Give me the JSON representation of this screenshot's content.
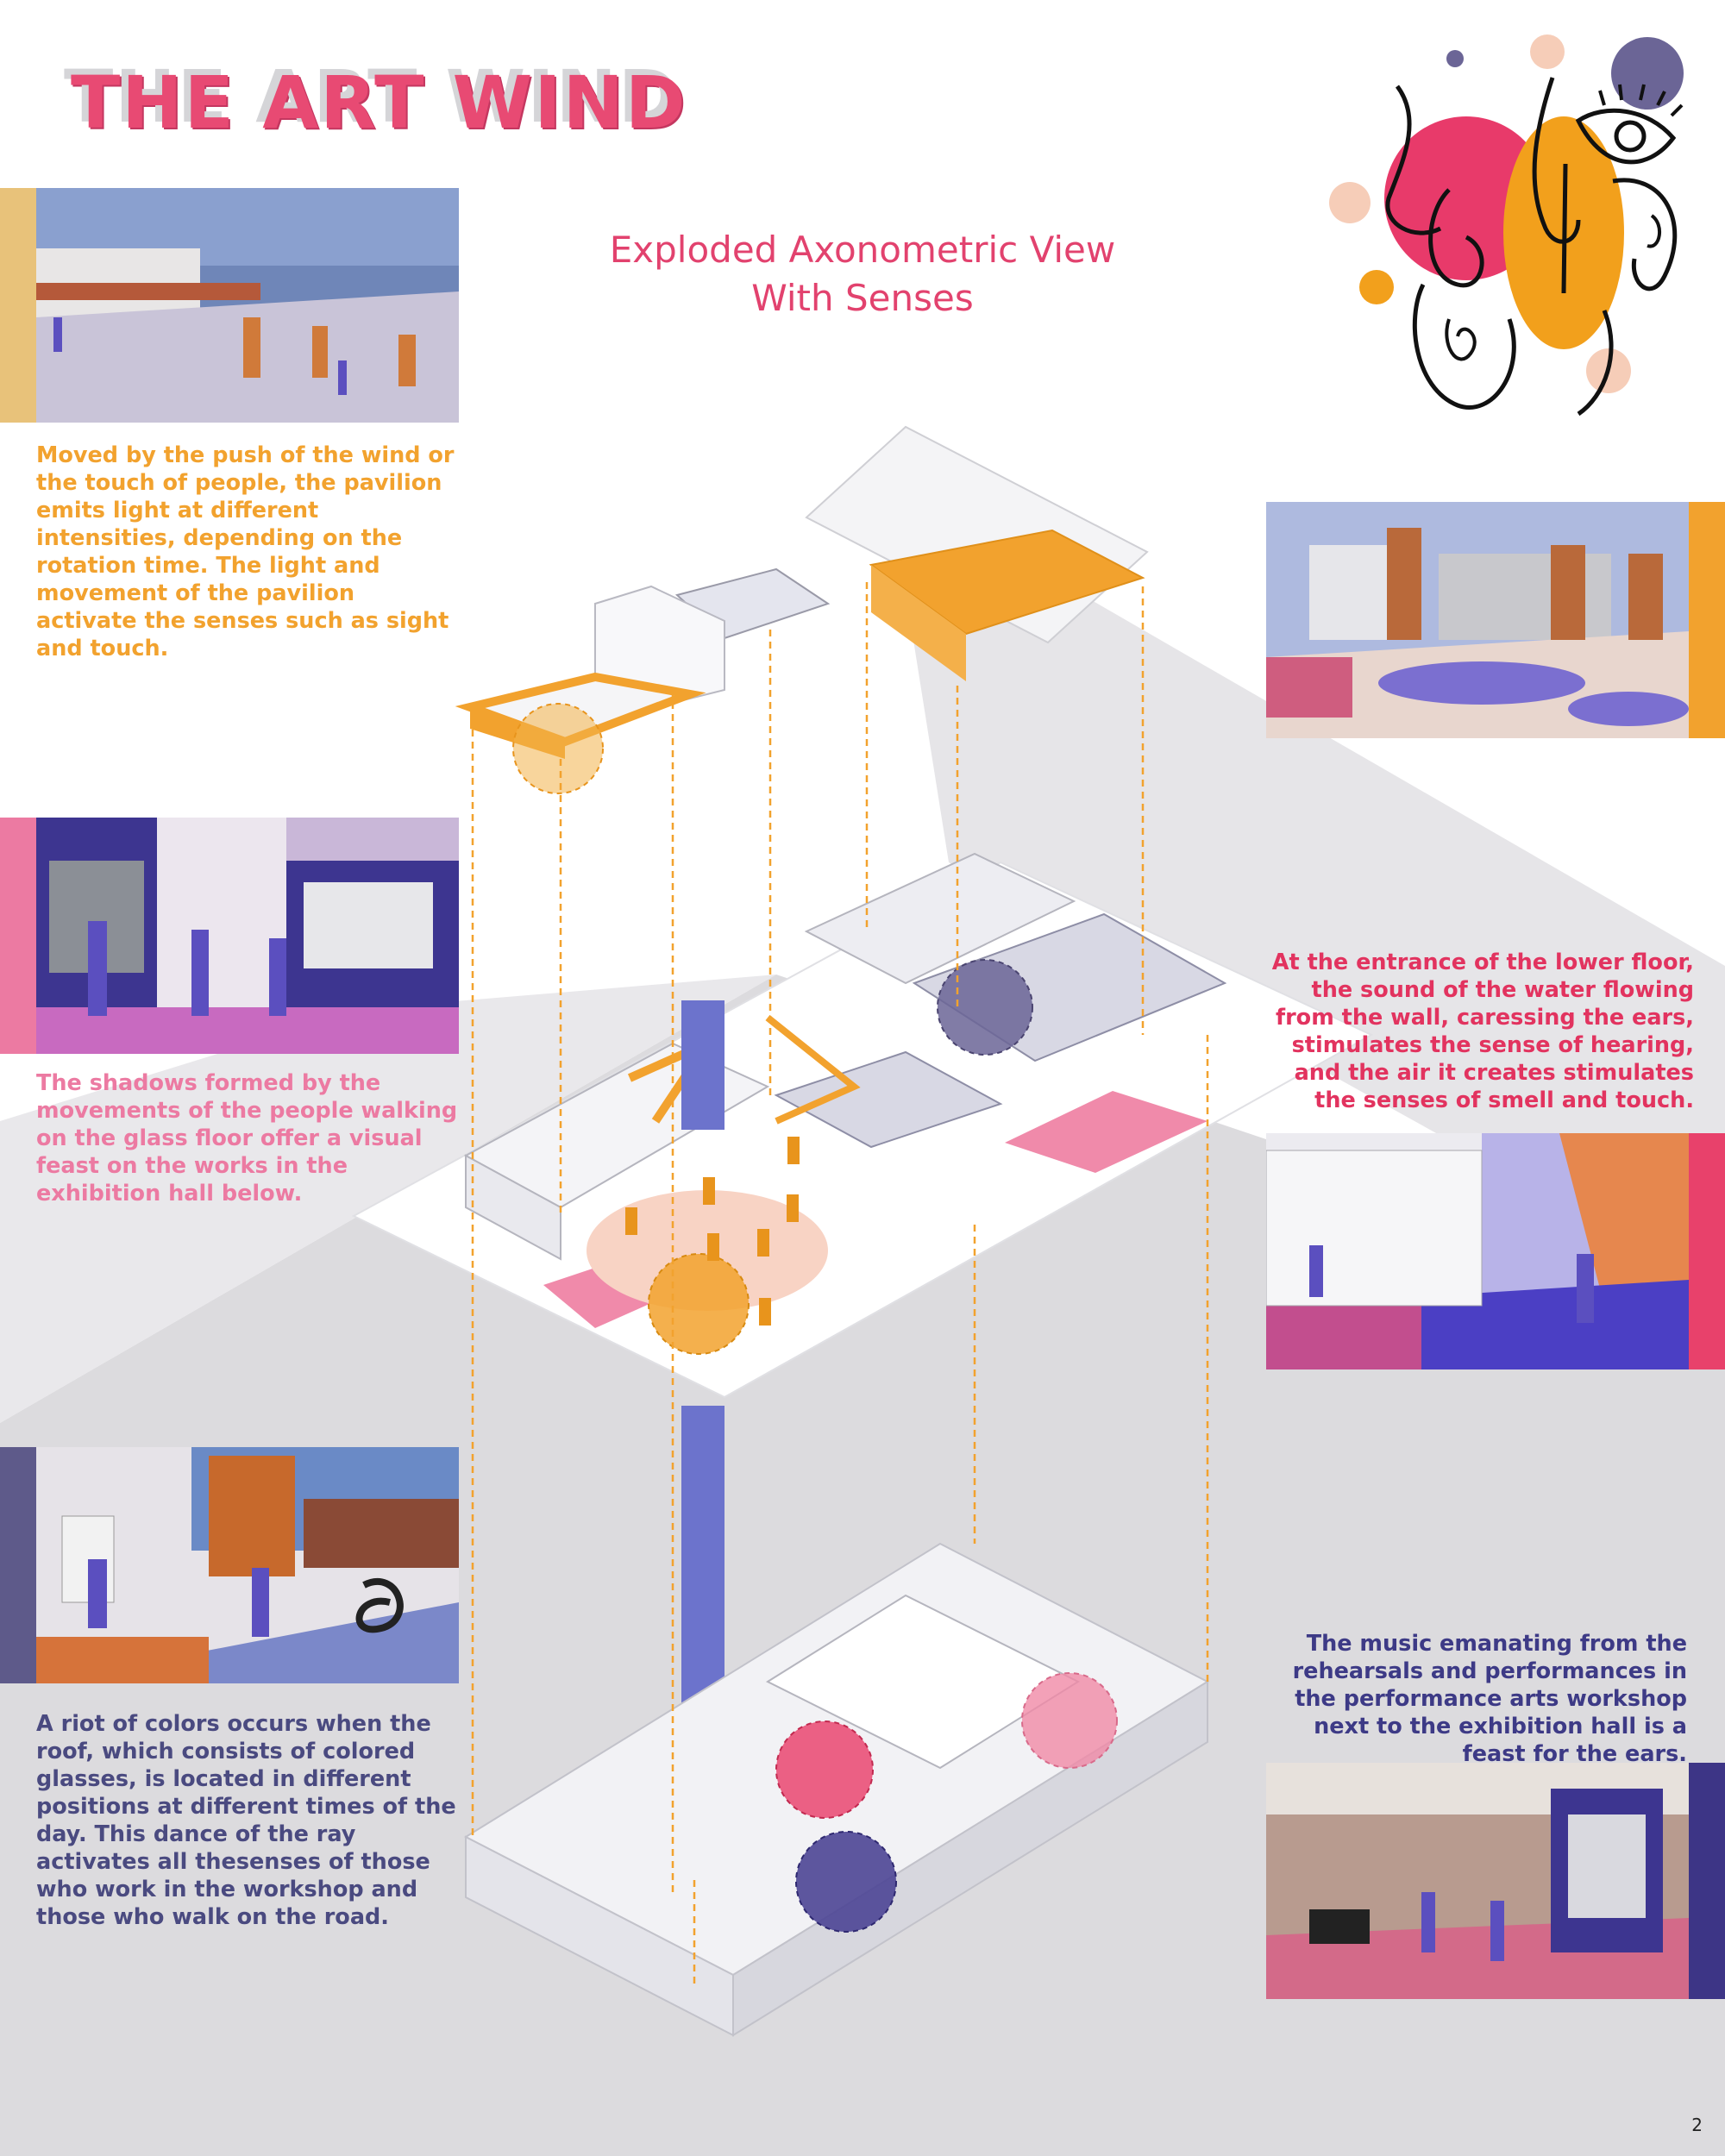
{
  "page": {
    "title": "THE ART WIND",
    "subtitle_line1": "Exploded Axonometric View",
    "subtitle_line2": "With Senses",
    "page_number": "2"
  },
  "colors": {
    "pink": "#e84a73",
    "orange": "#f2a22e",
    "light_pink": "#ec7aa2",
    "red": "#e2335f",
    "navy": "#4a4a80",
    "indigo": "#3d3a86",
    "purple": "#5b4fbf",
    "gold_bar": "#e8c27a",
    "background_grey": "#dcdbde"
  },
  "captions": {
    "pavilion": "Moved by the push of the wind or the touch of people, the pavilion emits light at different intensities, depending on the rotation time. The light and movement of the pavilion activate the senses such as sight and touch.",
    "shadows": "The shadows formed by the movements of the people walking on the glass floor offer a visual feast on the works in the exhibition hall below.",
    "water": "At the entrance of the lower floor, the sound of the water flowing from the wall, caressing the ears, stimulates the sense of hearing, and the air it creates stimulates the senses of smell and touch.",
    "colors_roof": "A riot of colors occurs when the roof, which consists of colored glasses, is located in different positions at different times of the day. This dance of the ray activates all thesenses of those who work in the workshop and those who walk on the road.",
    "music": "The music emanating from the rehearsals and performances in the performance arts workshop next to the exhibition hall is a feast for the ears."
  },
  "icons": {
    "logo": "face-senses-logo-icon",
    "sense_circle": "sense-circle-icon"
  }
}
